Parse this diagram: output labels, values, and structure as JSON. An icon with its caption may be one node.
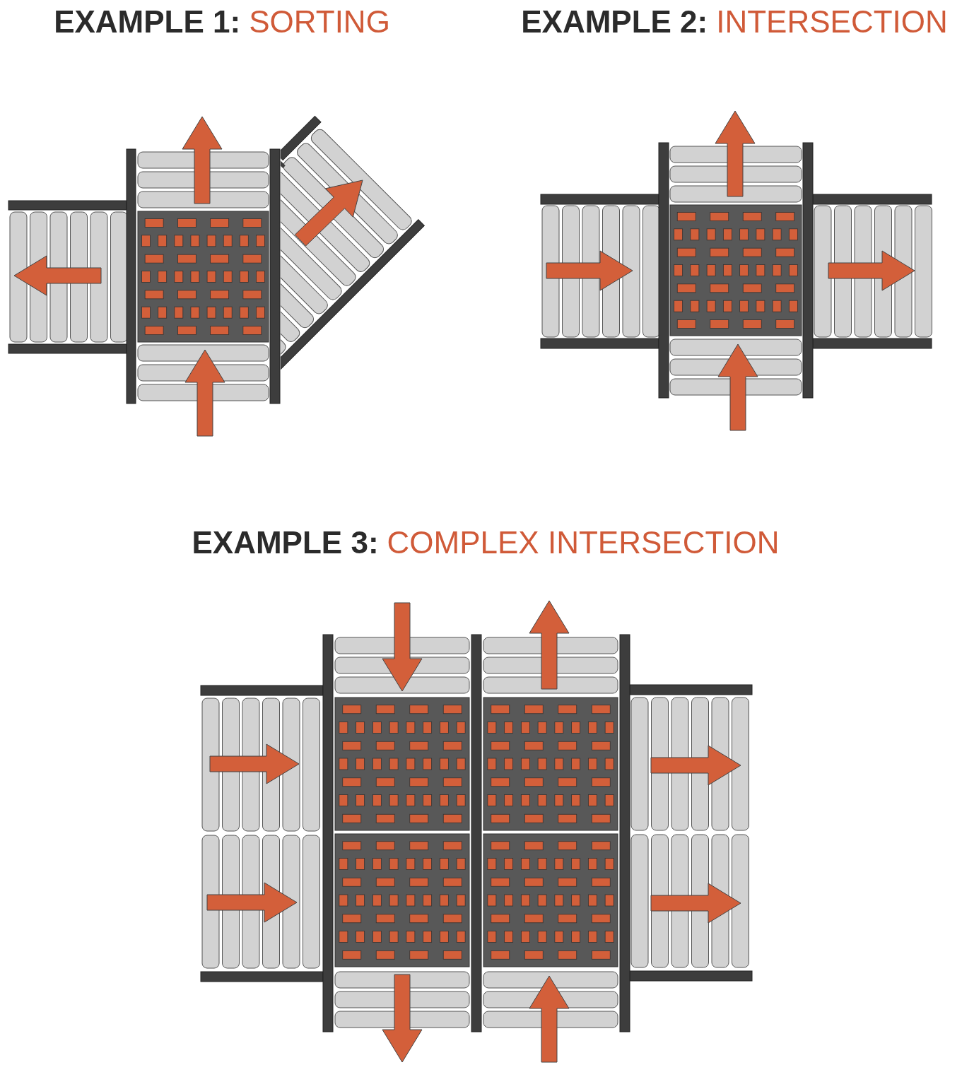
{
  "diagram": {
    "labels": [
      "EXAMPLE 1:",
      "SORTING",
      "EXAMPLE 2:",
      "INTERSECTION",
      "EXAMPLE 3:",
      "COMPLEX INTERSECTION"
    ]
  }
}
